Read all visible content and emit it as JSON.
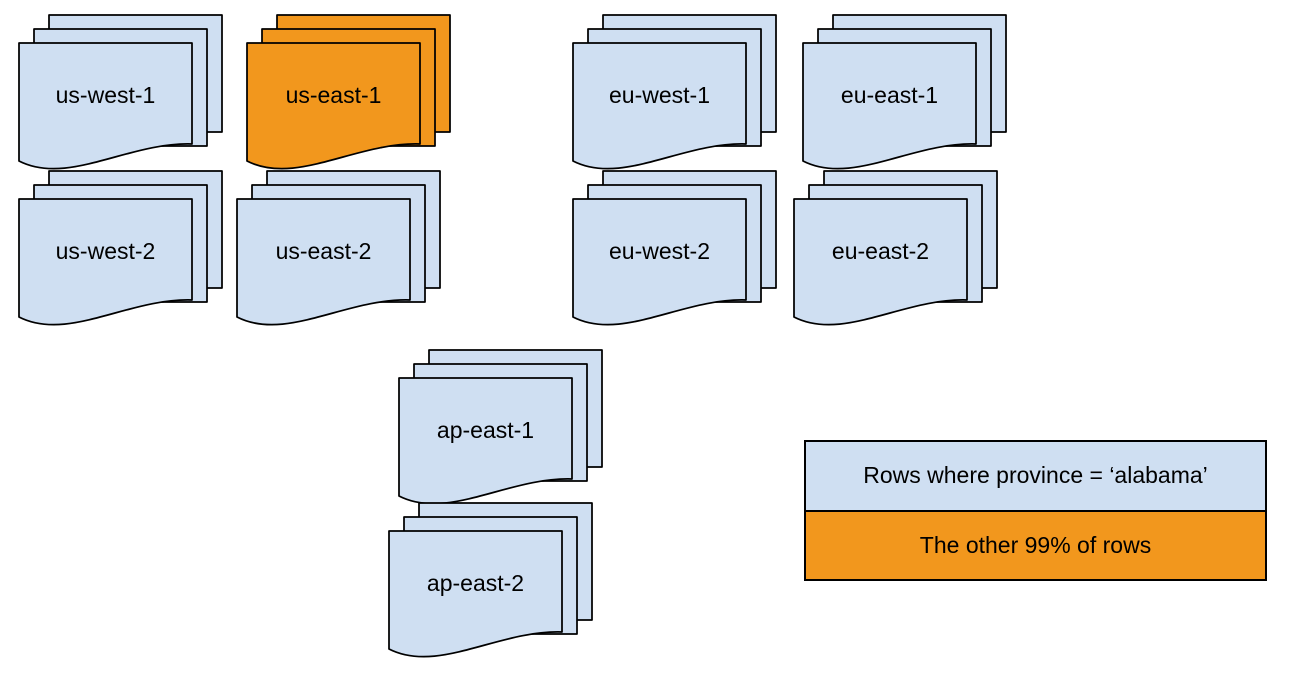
{
  "colors": {
    "page_blue": "#CFDFF2",
    "page_orange": "#F2971D",
    "border": "#000000"
  },
  "stacks": [
    {
      "id": "us-west-1",
      "label": "us-west-1",
      "variant": "blue"
    },
    {
      "id": "us-east-1",
      "label": "us-east-1",
      "variant": "orange"
    },
    {
      "id": "eu-west-1",
      "label": "eu-west-1",
      "variant": "blue"
    },
    {
      "id": "eu-east-1",
      "label": "eu-east-1",
      "variant": "blue"
    },
    {
      "id": "us-west-2",
      "label": "us-west-2",
      "variant": "blue"
    },
    {
      "id": "us-east-2",
      "label": "us-east-2",
      "variant": "blue"
    },
    {
      "id": "eu-west-2",
      "label": "eu-west-2",
      "variant": "blue"
    },
    {
      "id": "eu-east-2",
      "label": "eu-east-2",
      "variant": "blue"
    },
    {
      "id": "ap-east-1",
      "label": "ap-east-1",
      "variant": "blue"
    },
    {
      "id": "ap-east-2",
      "label": "ap-east-2",
      "variant": "blue"
    }
  ],
  "legend": {
    "rows": [
      {
        "label": "Rows where province = ‘alabama’",
        "variant": "blue"
      },
      {
        "label": "The other 99% of rows",
        "variant": "orange"
      }
    ]
  }
}
